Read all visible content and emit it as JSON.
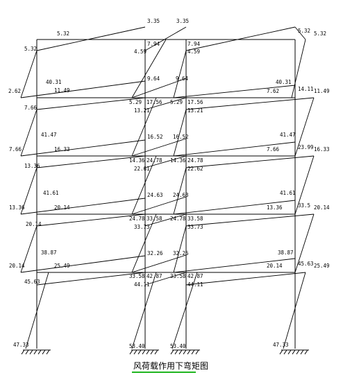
{
  "caption": "风荷载作用下弯矩图",
  "caption_underline_color": "#1fb51f",
  "line_color": "#000000",
  "labels": {
    "r1_top_a": "3.35",
    "r1_top_b": "3.35",
    "r1_l_top": "5.32",
    "r1_l_left": "5.32",
    "r1_ml_a": "7.94",
    "r1_ml_b": "4.59",
    "r1_mr_a": "7.94",
    "r1_mr_b": "4.59",
    "r1_r_top": "5.32",
    "r1_r_right": "5.32",
    "r2_l_a": "40.31",
    "r2_l_b": "11.49",
    "r2_l_left": "2.62",
    "r2_ml_a": "9.64",
    "r2_mr_a": "9.64",
    "r2_r_a": "40.31",
    "r2_r_b": "7.62",
    "r2_r_c": "14.11",
    "r2_r_right": "11.49",
    "r3_l_left": "7.66",
    "r3_ml_a": "5.29",
    "r3_ml_b": "17.56",
    "r3_ml_c": "13.21",
    "r3_mr_a": "5.29",
    "r3_mr_b": "17.56",
    "r3_mr_c": "13.21",
    "r3_l_a": "41.47",
    "r3_l_b": "16.33",
    "r3_ml_d": "16.52",
    "r3_mr_d": "16.52",
    "r3_r_a": "41.47",
    "r3_r_b": "7.66",
    "r3_r_c": "23.99",
    "r3_r_right": "16.33",
    "r4_l_left": "13.36",
    "r4_ml_a": "14.36",
    "r4_ml_b": "24.78",
    "r4_ml_c": "22.61",
    "r4_mr_a": "14.36",
    "r4_mr_b": "24.78",
    "r4_mr_c": "22.62",
    "r4_l_a": "41.61",
    "r4_l_b": "20.14",
    "r4_ml_d": "24.63",
    "r4_mr_d": "24.63",
    "r4_r_a": "41.61",
    "r4_r_b": "13.36",
    "r4_r_c": "33.5",
    "r4_r_right": "20.14",
    "r5_l_left": "20.14",
    "r5_ml_a": "24.78",
    "r5_ml_b": "33.58",
    "r5_ml_c": "33.73",
    "r5_mr_a": "24.78",
    "r5_mr_b": "33.58",
    "r5_mr_c": "33.73",
    "r5_l_a": "38.87",
    "r5_l_b": "25.49",
    "r5_ml_d": "32.26",
    "r5_mr_d": "32.26",
    "r5_r_a": "38.87",
    "r5_r_b": "20.14",
    "r5_r_c": "45.63",
    "r5_r_right": "25.49",
    "r6_l_left": "45.63",
    "r6_ml_a": "33.58",
    "r6_ml_b": "42.87",
    "r6_ml_c": "44.11",
    "r6_mr_a": "33.58",
    "r6_mr_b": "42.87",
    "r6_mr_c": "44.11",
    "base_1": "47.33",
    "base_2": "53.40",
    "base_3": "53.40",
    "base_4": "47.33"
  }
}
